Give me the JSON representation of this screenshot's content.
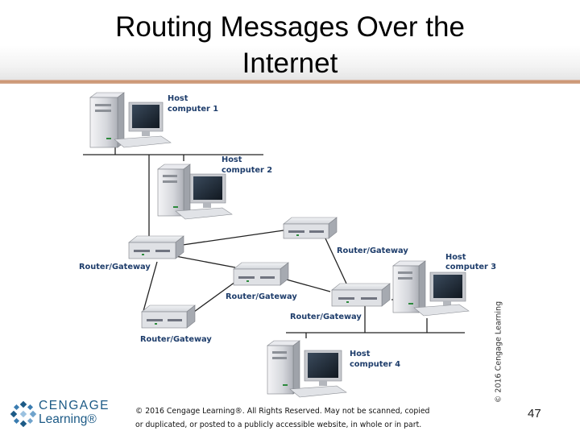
{
  "slide": {
    "title_line1": "Routing Messages Over the",
    "title_line2": "Internet",
    "page_number": "47"
  },
  "diagram": {
    "hosts": [
      {
        "line1": "Host",
        "line2": "computer 1"
      },
      {
        "line1": "Host",
        "line2": "computer 2"
      },
      {
        "line1": "Host",
        "line2": "computer 3"
      },
      {
        "line1": "Host",
        "line2": "computer 4"
      }
    ],
    "routers": [
      "Router/Gateway",
      "Router/Gateway",
      "Router/Gateway",
      "Router/Gateway",
      "Router/Gateway"
    ],
    "side_copyright": "© 2016 Cengage Learning"
  },
  "footer": {
    "copyright_line1": "© 2016 Cengage Learning®. All Rights Reserved. May not be scanned, copied",
    "copyright_line2": "or duplicated, or posted to a publicly accessible website, in whole or in part."
  },
  "logo": {
    "line1": "CENGAGE",
    "line2": "Learning®"
  },
  "colors": {
    "accent_line": "#c98f6a",
    "label_text": "#1e3d6b",
    "logo_blue": "#1c5a86"
  }
}
